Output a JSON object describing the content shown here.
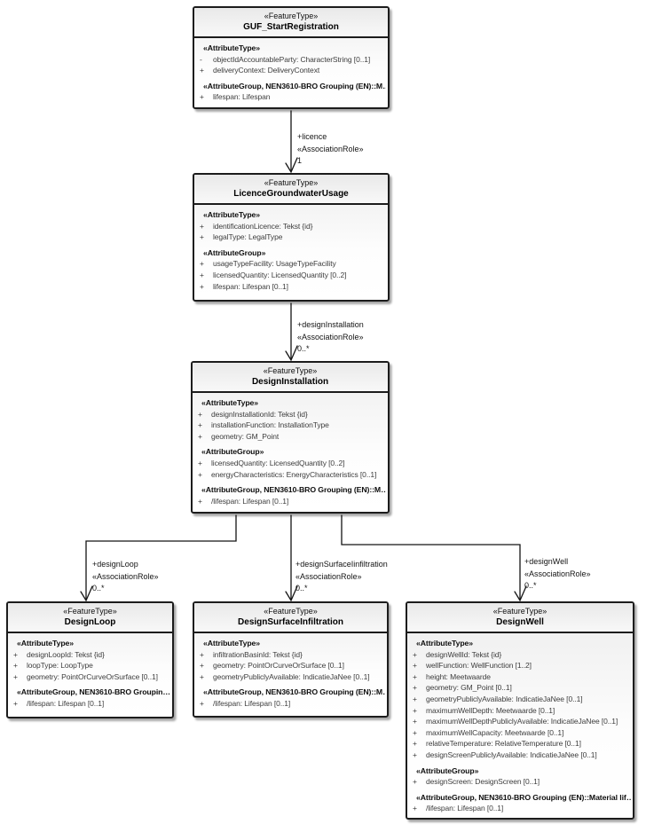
{
  "diagram": {
    "background_color": "#ffffff",
    "box_border_color": "#1c1c1c",
    "box_fill_top": "#ededed",
    "box_fill_bottom": "#ffffff",
    "attribute_text_color": "#3d3d3d",
    "connector_color": "#141414"
  },
  "classes": [
    {
      "stereotype": "«FeatureType»",
      "name": "GUF_StartRegistration",
      "rows": [
        {
          "kind": "group",
          "text": "«AttributeType»"
        },
        {
          "kind": "attr",
          "prefix": "-",
          "text": "objectIdAccountableParty: CharacterString [0..1]"
        },
        {
          "kind": "attr",
          "prefix": "+",
          "text": "deliveryContext: DeliveryContext"
        },
        {
          "kind": "group",
          "text": "«AttributeGroup, NEN3610-BRO Grouping (EN)::M…"
        },
        {
          "kind": "attr",
          "prefix": "+",
          "text": "lifespan: Lifespan"
        }
      ]
    },
    {
      "stereotype": "«FeatureType»",
      "name": "LicenceGroundwaterUsage",
      "rows": [
        {
          "kind": "group",
          "text": "«AttributeType»"
        },
        {
          "kind": "attr",
          "prefix": "+",
          "text": "identificationLicence: Tekst {id}"
        },
        {
          "kind": "attr",
          "prefix": "+",
          "text": "legalType: LegalType"
        },
        {
          "kind": "group",
          "text": "«AttributeGroup»"
        },
        {
          "kind": "attr",
          "prefix": "+",
          "text": "usageTypeFacility: UsageTypeFacility"
        },
        {
          "kind": "attr",
          "prefix": "+",
          "text": "licensedQuantity: LicensedQuantity [0..2]"
        },
        {
          "kind": "attr",
          "prefix": "+",
          "text": "lifespan: Lifespan [0..1]"
        }
      ]
    },
    {
      "stereotype": "«FeatureType»",
      "name": "DesignInstallation",
      "rows": [
        {
          "kind": "group",
          "text": "«AttributeType»"
        },
        {
          "kind": "attr",
          "prefix": "+",
          "text": "designInstallationId: Tekst {id}"
        },
        {
          "kind": "attr",
          "prefix": "+",
          "text": "installationFunction: InstallationType"
        },
        {
          "kind": "attr",
          "prefix": "+",
          "text": "geometry: GM_Point"
        },
        {
          "kind": "group",
          "text": "«AttributeGroup»"
        },
        {
          "kind": "attr",
          "prefix": "+",
          "text": "licensedQuantity: LicensedQuantity [0..2]"
        },
        {
          "kind": "attr",
          "prefix": "+",
          "text": "energyCharacteristics: EnergyCharacteristics [0..1]"
        },
        {
          "kind": "group",
          "text": "«AttributeGroup, NEN3610-BRO Grouping (EN)::M…"
        },
        {
          "kind": "attr",
          "prefix": "+",
          "text": "/lifespan: Lifespan [0..1]"
        }
      ]
    },
    {
      "stereotype": "«FeatureType»",
      "name": "DesignLoop",
      "rows": [
        {
          "kind": "group",
          "text": "«AttributeType»"
        },
        {
          "kind": "attr",
          "prefix": "+",
          "text": "designLoopId: Tekst {id}"
        },
        {
          "kind": "attr",
          "prefix": "+",
          "text": "loopType: LoopType"
        },
        {
          "kind": "attr",
          "prefix": "+",
          "text": "geometry: PointOrCurveOrSurface [0..1]"
        },
        {
          "kind": "group",
          "text": "«AttributeGroup, NEN3610-BRO Groupin…"
        },
        {
          "kind": "attr",
          "prefix": "+",
          "text": "/lifespan: Lifespan [0..1]"
        }
      ]
    },
    {
      "stereotype": "«FeatureType»",
      "name": "DesignSurfaceInfiltration",
      "rows": [
        {
          "kind": "group",
          "text": "«AttributeType»"
        },
        {
          "kind": "attr",
          "prefix": "+",
          "text": "infiltrationBasinId: Tekst {id}"
        },
        {
          "kind": "attr",
          "prefix": "+",
          "text": "geometry: PointOrCurveOrSurface [0..1]"
        },
        {
          "kind": "attr",
          "prefix": "+",
          "text": "geometryPubliclyAvailable: IndicatieJaNee [0..1]"
        },
        {
          "kind": "group",
          "text": "«AttributeGroup, NEN3610-BRO Grouping (EN)::M…"
        },
        {
          "kind": "attr",
          "prefix": "+",
          "text": "/lifespan: Lifespan [0..1]"
        }
      ]
    },
    {
      "stereotype": "«FeatureType»",
      "name": "DesignWell",
      "rows": [
        {
          "kind": "group",
          "text": "«AttributeType»"
        },
        {
          "kind": "attr",
          "prefix": "+",
          "text": "designWellId: Tekst {id}"
        },
        {
          "kind": "attr",
          "prefix": "+",
          "text": "wellFunction: WellFunction [1..2]"
        },
        {
          "kind": "attr",
          "prefix": "+",
          "text": "height: Meetwaarde"
        },
        {
          "kind": "attr",
          "prefix": "+",
          "text": "geometry: GM_Point [0..1]"
        },
        {
          "kind": "attr",
          "prefix": "+",
          "text": "geometryPubliclyAvailable: IndicatieJaNee [0..1]"
        },
        {
          "kind": "attr",
          "prefix": "+",
          "text": "maximumWellDepth: Meetwaarde [0..1]"
        },
        {
          "kind": "attr",
          "prefix": "+",
          "text": "maximumWellDepthPubliclyAvailable: IndicatieJaNee [0..1]"
        },
        {
          "kind": "attr",
          "prefix": "+",
          "text": "maximumWellCapacity: Meetwaarde [0..1]"
        },
        {
          "kind": "attr",
          "prefix": "+",
          "text": "relativeTemperature: RelativeTemperature [0..1]"
        },
        {
          "kind": "attr",
          "prefix": "+",
          "text": "designScreenPubliclyAvailable: IndicatieJaNee [0..1]"
        },
        {
          "kind": "group",
          "text": "«AttributeGroup»"
        },
        {
          "kind": "attr",
          "prefix": "+",
          "text": "designScreen: DesignScreen [0..1]"
        },
        {
          "kind": "group",
          "text": "«AttributeGroup, NEN3610-BRO Grouping (EN)::Material lif…"
        },
        {
          "kind": "attr",
          "prefix": "+",
          "text": "/lifespan: Lifespan [0..1]"
        }
      ]
    }
  ],
  "associations": [
    {
      "name": "+licence",
      "stereotype": "«AssociationRole»",
      "multiplicity": "1"
    },
    {
      "name": "+designInstallation",
      "stereotype": "«AssociationRole»",
      "multiplicity": "0..*"
    },
    {
      "name": "+designLoop",
      "stereotype": "«AssociationRole»",
      "multiplicity": "0..*"
    },
    {
      "name": "+designSurfaceIinfiltration",
      "stereotype": "«AssociationRole»",
      "multiplicity": "0..*"
    },
    {
      "name": "+designWell",
      "stereotype": "«AssociationRole»",
      "multiplicity": "0..*"
    }
  ]
}
